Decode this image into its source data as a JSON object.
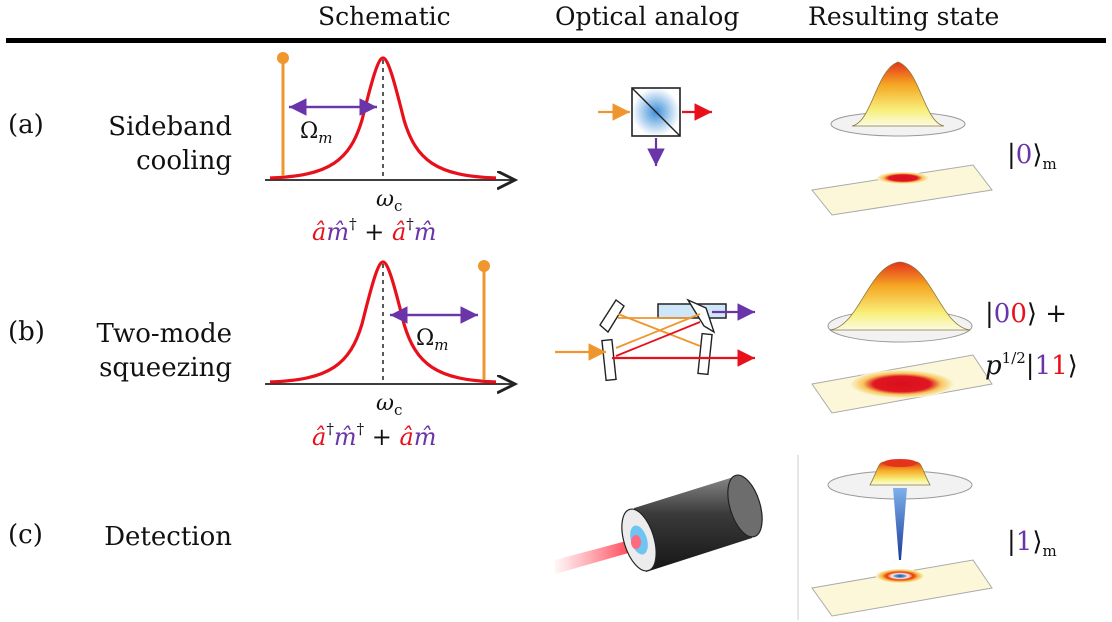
{
  "headers": {
    "schematic": "Schematic",
    "optical_analog": "Optical analog",
    "resulting_state": "Resulting state"
  },
  "rows": [
    {
      "label": "(a)",
      "name_line1": "Sideband",
      "name_line2": "cooling",
      "omega_label": "Ωm",
      "omega_c_label": "ωc",
      "formula": {
        "t1": "â",
        "t2": "m̂",
        "d1": "†",
        "plus": " + ",
        "t3": "â",
        "d2": "†",
        "t4": "m̂"
      },
      "state": {
        "ket": "|0⟩",
        "ket_value": "0",
        "subscript": "m"
      }
    },
    {
      "label": "(b)",
      "name_line1": "Two-mode",
      "name_line2": "squeezing",
      "omega_label": "Ωm",
      "omega_c_label": "ωc",
      "formula": {
        "t1": "â",
        "d1": "†",
        "t2": "m̂",
        "d2": "†",
        "plus": " + ",
        "t3": "â",
        "t4": "m̂"
      },
      "state": {
        "ket1_a": "0",
        "ket1_b": "0",
        "plus": " +",
        "p_base": "p",
        "p_exp": "1/2",
        "ket2_a": "1",
        "ket2_b": "1"
      }
    },
    {
      "label": "(c)",
      "name": "Detection",
      "state": {
        "ket_value": "1",
        "subscript": "m"
      }
    }
  ],
  "colors": {
    "cavity_curve": "#e8101a",
    "pump": "#f0962e",
    "mechanics": "#6a35a8",
    "text": "#111111"
  }
}
